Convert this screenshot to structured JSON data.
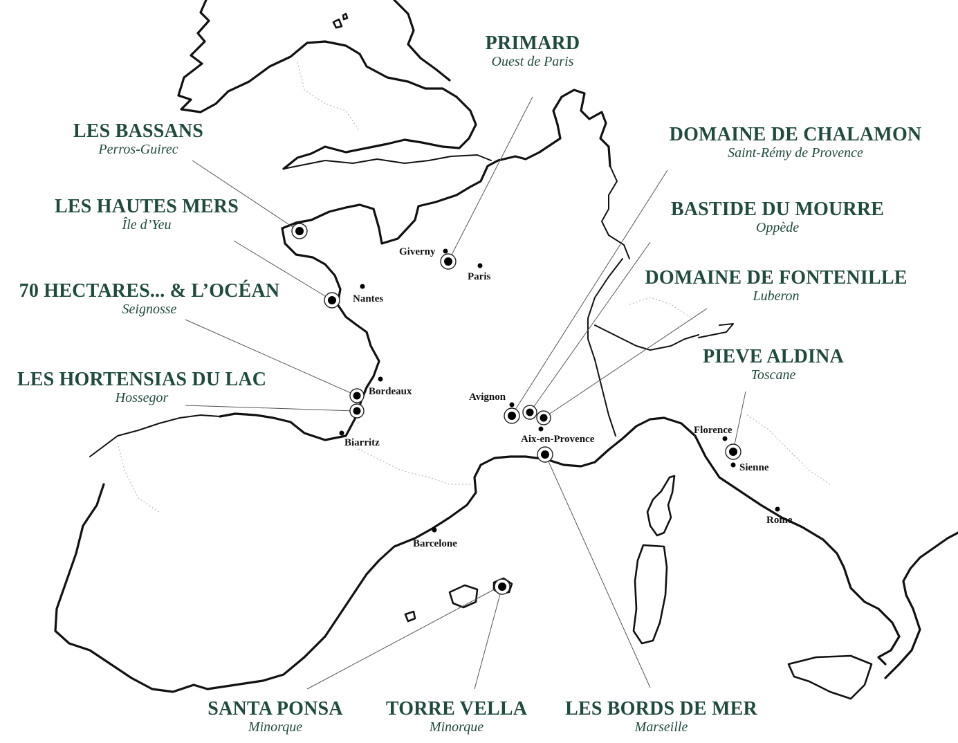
{
  "colors": {
    "label": "#1f4a3e",
    "coast": "#111111",
    "leader": "#555555"
  },
  "properties": [
    {
      "id": "primard",
      "name": "PRIMARD",
      "location": "Ouest de Paris"
    },
    {
      "id": "les-bassans",
      "name": "LES BASSANS",
      "location": "Perros-Guirec"
    },
    {
      "id": "les-hautes-mers",
      "name": "LES HAUTES MERS",
      "location": "Île d’Yeu"
    },
    {
      "id": "70-hectares",
      "name": "70 HECTARES... & L’OCÉAN",
      "location": "Seignosse"
    },
    {
      "id": "les-hortensias",
      "name": "LES HORTENSIAS DU LAC",
      "location": "Hossegor"
    },
    {
      "id": "chalamon",
      "name": "DOMAINE DE CHALAMON",
      "location": "Saint-Rémy de Provence"
    },
    {
      "id": "mourre",
      "name": "BASTIDE DU MOURRE",
      "location": "Oppède"
    },
    {
      "id": "fontenille",
      "name": "DOMAINE DE FONTENILLE",
      "location": "Luberon"
    },
    {
      "id": "pieve-aldina",
      "name": "PIEVE ALDINA",
      "location": "Toscane"
    },
    {
      "id": "santa-ponsa",
      "name": "SANTA PONSA",
      "location": "Minorque"
    },
    {
      "id": "torre-vella",
      "name": "TORRE VELLA",
      "location": "Minorque"
    },
    {
      "id": "bords-de-mer",
      "name": "LES BORDS DE MER",
      "location": "Marseille"
    }
  ],
  "cities": [
    "Giverny",
    "Paris",
    "Nantes",
    "Bordeaux",
    "Biarritz",
    "Avignon",
    "Aix-en-Provence",
    "Barcelone",
    "Florence",
    "Sienne",
    "Rome"
  ]
}
